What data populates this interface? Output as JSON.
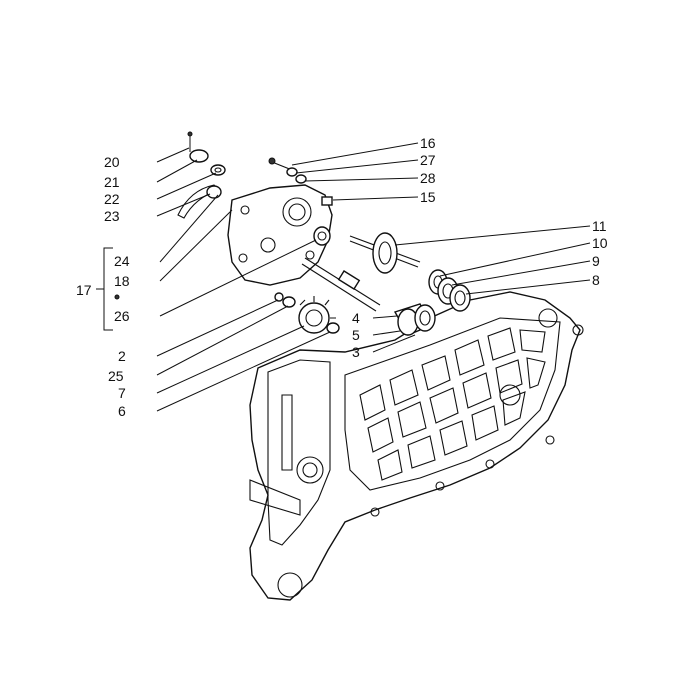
{
  "labels": {
    "l2": "2",
    "l3": "3",
    "l4": "4",
    "l5": "5",
    "l6": "6",
    "l7": "7",
    "l8": "8",
    "l9": "9",
    "l10": "10",
    "l11": "11",
    "l15": "15",
    "l16": "16",
    "l17": "17",
    "l18": "18",
    "l20": "20",
    "l21": "21",
    "l22": "22",
    "l23": "23",
    "l24": "24",
    "l25": "25",
    "l26": "26",
    "l27": "27",
    "l28": "28"
  }
}
